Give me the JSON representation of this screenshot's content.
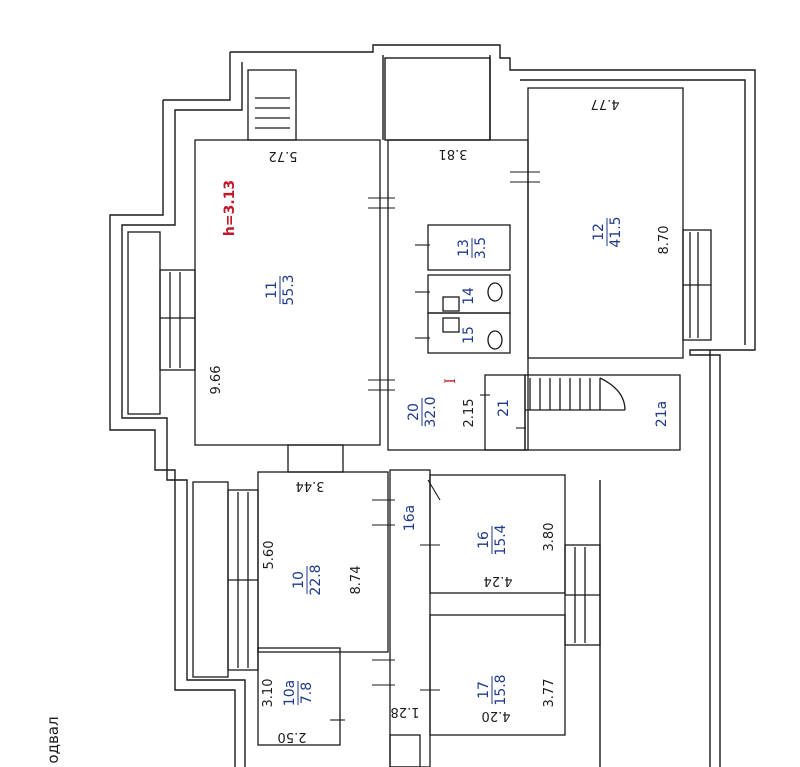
{
  "basement_label": "одвал",
  "height_note": "h=3.13",
  "entrance_mark": "I",
  "colors": {
    "ink": "#1a1a1a",
    "room_text": "#1e3a8a",
    "accent": "#c0182a"
  },
  "rooms": {
    "r11": {
      "num": "11",
      "area": "55.3"
    },
    "r12": {
      "num": "12",
      "area": "41.5"
    },
    "r13": {
      "num": "13",
      "area": "3.5"
    },
    "r14": {
      "num": "14"
    },
    "r15": {
      "num": "15"
    },
    "r20": {
      "num": "20",
      "area": "32.0"
    },
    "r21": {
      "num": "21"
    },
    "r21a": {
      "num": "21a"
    },
    "r16a": {
      "num": "16a"
    },
    "r16": {
      "num": "16",
      "area": "15.4"
    },
    "r10": {
      "num": "10",
      "area": "22.8"
    },
    "r10a": {
      "num": "10a",
      "area": "7.8"
    },
    "r17": {
      "num": "17",
      "area": "15.8"
    }
  },
  "dims": {
    "d572": "5.72",
    "d381": "3.81",
    "d477": "4.77",
    "d966": "9.66",
    "d870": "8.70",
    "d215": "2.15",
    "d344": "3.44",
    "d560": "5.60",
    "d874": "8.74",
    "d380": "3.80",
    "d424": "4.24",
    "d310": "3.10",
    "d250": "2.50",
    "d128": "1.28",
    "d420": "4.20",
    "d377": "3.77"
  }
}
